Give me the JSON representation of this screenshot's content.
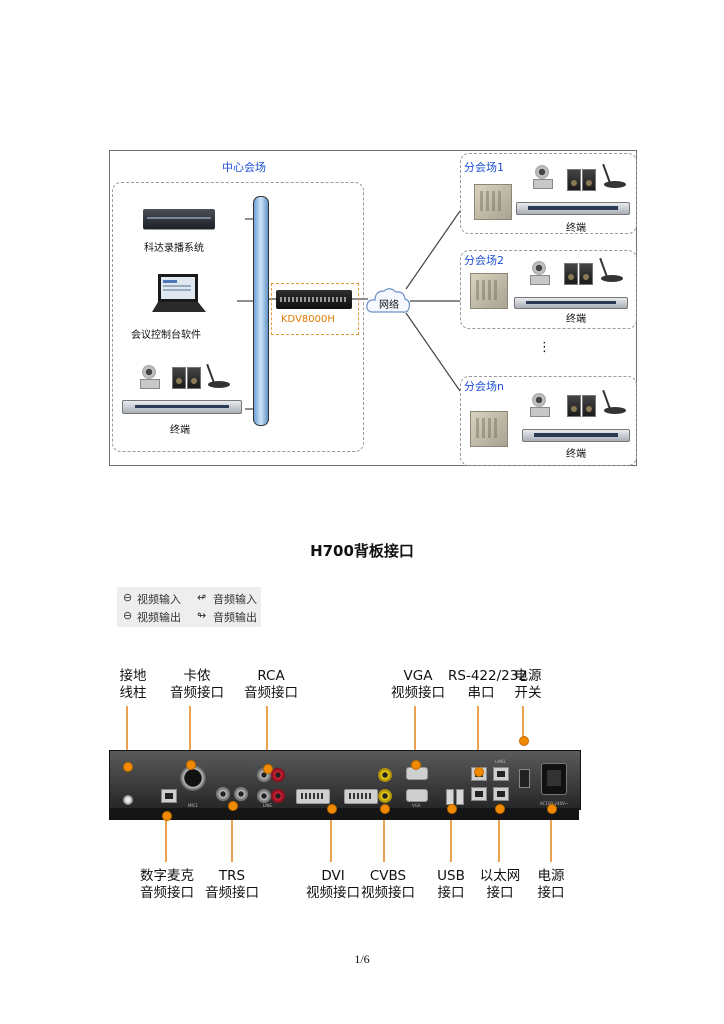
{
  "diagram": {
    "center_title": "中心会场",
    "recording_label": "科达录播系统",
    "console_label": "会议控制台软件",
    "center_terminal_label": "终端",
    "server_label": "KDV8000H",
    "network_label": "网络",
    "branches": [
      {
        "title": "分会场1",
        "terminal_label": "终端"
      },
      {
        "title": "分会场2",
        "terminal_label": "终端"
      },
      {
        "title": "分会场n",
        "terminal_label": "终端"
      }
    ],
    "ellipsis": "⋮"
  },
  "section_title": "H700背板接口",
  "legend": {
    "video_in": "视频输入",
    "audio_in": "音频输入",
    "video_out": "视频输出",
    "audio_out": "音频输出"
  },
  "top_labels": {
    "ground_1": "接地",
    "ground_2": "线柱",
    "canon_1": "卡侬",
    "canon_2": "音频接口",
    "rca_1": "RCA",
    "rca_2": "音频接口",
    "vga_1": "VGA",
    "vga_2": "视频接口",
    "serial_1": "RS-422/232",
    "serial_2": "串口",
    "power_switch_1": "电源",
    "power_switch_2": "开关"
  },
  "bottom_labels": {
    "digital_mic_1": "数字麦克",
    "digital_mic_2": "音频接口",
    "trs_1": "TRS",
    "trs_2": "音频接口",
    "dvi_1": "DVI",
    "dvi_2": "视频接口",
    "cvbs_1": "CVBS",
    "cvbs_2": "视频接口",
    "usb_1": "USB",
    "usb_2": "接口",
    "ethernet_1": "以太网",
    "ethernet_2": "接口",
    "power_1": "电源",
    "power_2": "接口"
  },
  "panel_text": {
    "mic1": "MIC1",
    "line": "LINE",
    "vga": "VGA",
    "lan": "LAN1",
    "power_spec": "AC100-240V~"
  },
  "page_number": "1/6"
}
